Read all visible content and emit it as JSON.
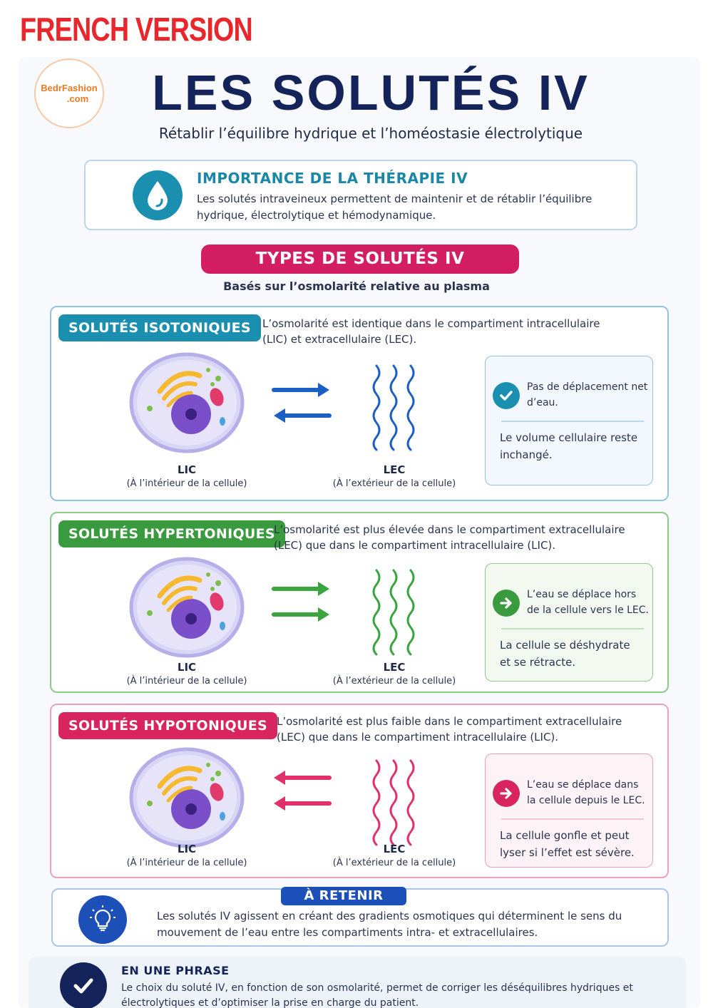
{
  "top_label": "FRENCH VERSION",
  "logo": {
    "line1": "BedrFashion",
    "line2": ".com"
  },
  "title": "LES SOLUTÉS IV",
  "subtitle": "Rétablir l’équilibre hydrique et l’homéostasie électrolytique",
  "importance": {
    "heading": "IMPORTANCE DE LA THÉRAPIE IV",
    "text": "Les solutés intraveineux permettent de maintenir et de rétablir l’équilibre hydrique, électrolytique et hémodynamique.",
    "icon": "water-drop-icon"
  },
  "types": {
    "banner": "TYPES DE SOLUTÉS IV",
    "subtitle": "Basés sur l’osmolarité relative au plasma"
  },
  "sections": [
    {
      "tag": "SOLUTÉS ISOTONIQUES",
      "description": "L’osmolarité est identique dans le compartiment intracellulaire (LIC) et extracellulaire (LEC).",
      "lic_label": "LIC",
      "lic_caption": "(À l’intérieur de la cellule)",
      "lec_label": "LEC",
      "lec_caption": "(À l’extérieur de la cellule)",
      "arrows": "bidirectional",
      "box_line1": "Pas de déplacement net d’eau.",
      "box_line2": "Le volume cellulaire reste inchangé.",
      "icon": "checkmark-icon",
      "color": "#1a8fb0",
      "arrow_color": "#1b5fc4"
    },
    {
      "tag": "SOLUTÉS HYPERTONIQUES",
      "description": "L’osmolarité est plus élevée dans le compartiment extracellulaire (LEC) que dans le compartiment intracellulaire (LIC).",
      "lic_label": "LIC",
      "lic_caption": "(À l’intérieur de la cellule)",
      "lec_label": "LEC",
      "lec_caption": "(À l’extérieur de la cellule)",
      "arrows": "outward",
      "box_line1": "L’eau se déplace hors de la cellule vers le LEC.",
      "box_line2": "La cellule se déshydrate et se rétracte.",
      "icon": "arrow-right-icon",
      "color": "#3a9a3e",
      "arrow_color": "#3aa53f"
    },
    {
      "tag": "SOLUTÉS HYPOTONIQUES",
      "description": "L’osmolarité est plus faible dans le compartiment extracellulaire (LEC) que dans le compartiment intracellulaire (LIC).",
      "lic_label": "LIC",
      "lic_caption": "(À l’intérieur de la cellule)",
      "lec_label": "LEC",
      "lec_caption": "(À l’extérieur de la cellule)",
      "arrows": "inward",
      "box_line1": "L’eau se déplace dans la cellule depuis le LEC.",
      "box_line2": "La cellule gonfle et peut lyser si l’effet est sévère.",
      "icon": "arrow-right-icon",
      "color": "#d8245f",
      "arrow_color": "#e0316d"
    }
  ],
  "retenir": {
    "tag": "À RETENIR",
    "text": "Les solutés IV agissent en créant des gradients osmotiques qui déterminent le sens du mouvement de l’eau entre les compartiments intra- et extracellulaires.",
    "icon": "lightbulb-icon"
  },
  "phrase": {
    "heading": "EN UNE PHRASE",
    "text": "Le choix du soluté IV, en fonction de son osmolarité, permet de corriger les déséquilibres hydriques et électrolytiques et d’optimiser la prise en charge du patient.",
    "icon": "checkmark-icon"
  }
}
